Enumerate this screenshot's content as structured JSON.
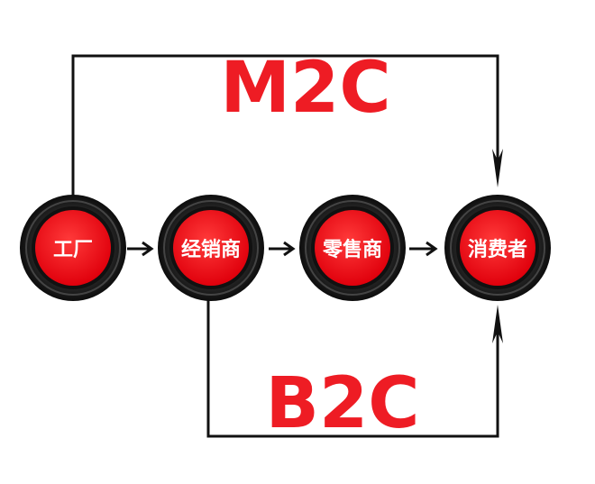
{
  "labels": {
    "top_channel": "M2C",
    "bottom_channel": "B2C"
  },
  "nodes": [
    {
      "id": "factory",
      "label": "工厂"
    },
    {
      "id": "distributor",
      "label": "经销商"
    },
    {
      "id": "retailer",
      "label": "零售商"
    },
    {
      "id": "consumer",
      "label": "消费者"
    }
  ],
  "colors": {
    "accent": "#ee1c24",
    "line": "#111111",
    "tire": "#1a1a1a",
    "node_text": "#ffffff"
  }
}
